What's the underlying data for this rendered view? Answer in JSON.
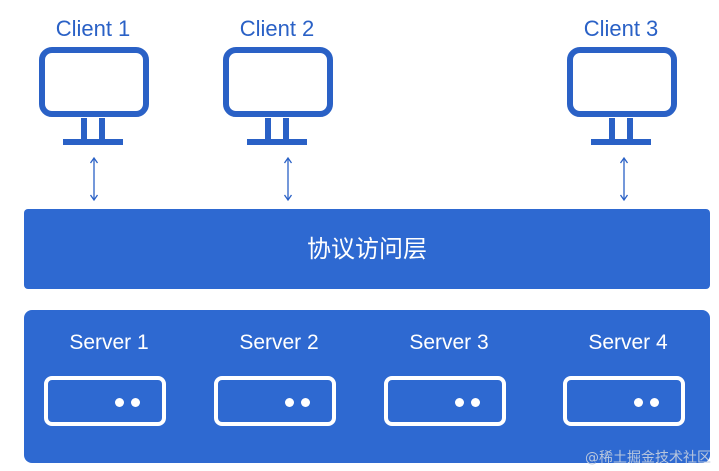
{
  "clients": [
    {
      "label": "Client 1"
    },
    {
      "label": "Client 2"
    },
    {
      "label": "Client 3"
    }
  ],
  "protocol_layer": {
    "label": "协议访问层"
  },
  "servers": [
    {
      "label": "Server 1"
    },
    {
      "label": "Server 2"
    },
    {
      "label": "Server 3"
    },
    {
      "label": "Server 4"
    }
  ],
  "watermark": {
    "text": "@稀土掘金技术社区"
  },
  "colors": {
    "primary": "#2e69d1",
    "text_blue": "#2a61c6",
    "white": "#ffffff"
  }
}
